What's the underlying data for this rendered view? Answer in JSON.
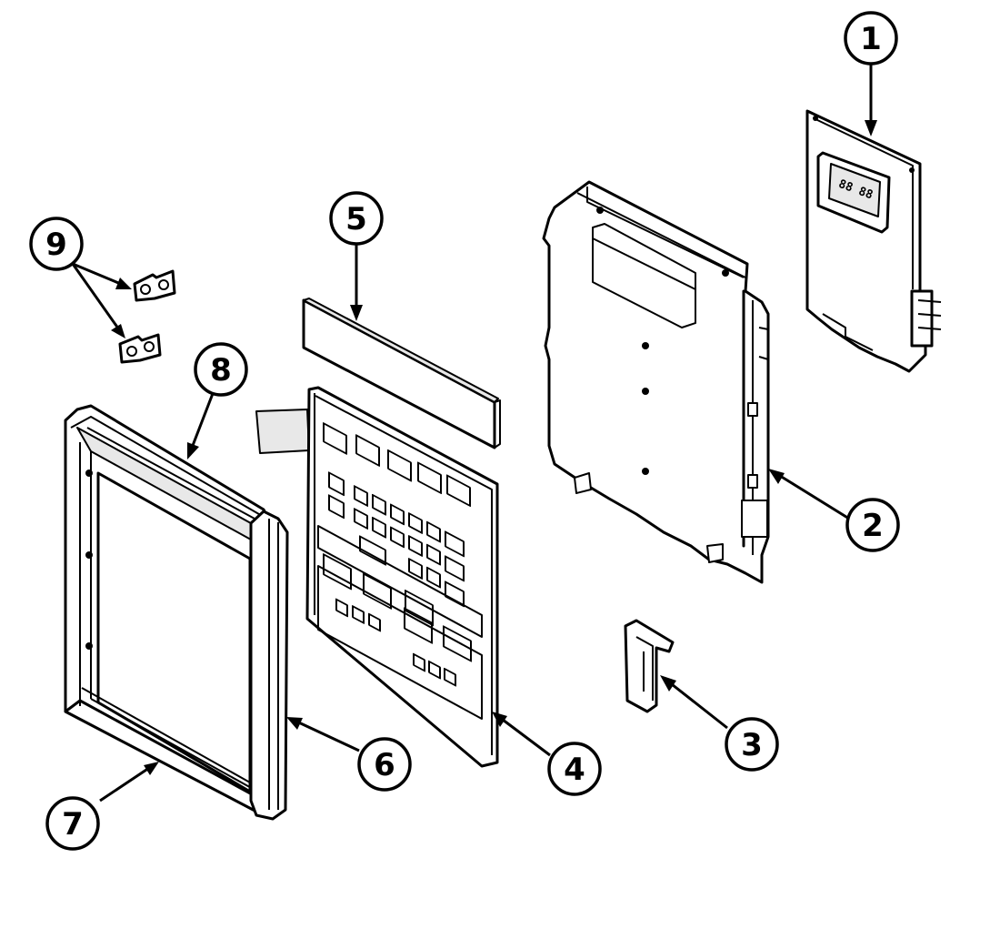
{
  "diagram": {
    "callouts": [
      {
        "id": "1",
        "label": "1"
      },
      {
        "id": "2",
        "label": "2"
      },
      {
        "id": "3",
        "label": "3"
      },
      {
        "id": "4",
        "label": "4"
      },
      {
        "id": "5",
        "label": "5"
      },
      {
        "id": "6",
        "label": "6"
      },
      {
        "id": "7",
        "label": "7"
      },
      {
        "id": "8",
        "label": "8"
      },
      {
        "id": "9",
        "label": "9"
      }
    ],
    "parts": [
      {
        "callout": "1",
        "icon": "circuit-board-icon"
      },
      {
        "callout": "2",
        "icon": "control-housing-icon"
      },
      {
        "callout": "3",
        "icon": "latch-bracket-icon"
      },
      {
        "callout": "4",
        "icon": "keypad-panel-icon"
      },
      {
        "callout": "5",
        "icon": "display-window-icon"
      },
      {
        "callout": "6",
        "icon": "frame-side-trim-icon"
      },
      {
        "callout": "7",
        "icon": "frame-bottom-trim-icon"
      },
      {
        "callout": "8",
        "icon": "frame-top-trim-icon"
      },
      {
        "callout": "9",
        "icon": "mounting-clip-icon"
      }
    ],
    "display_digits": "88 88"
  }
}
